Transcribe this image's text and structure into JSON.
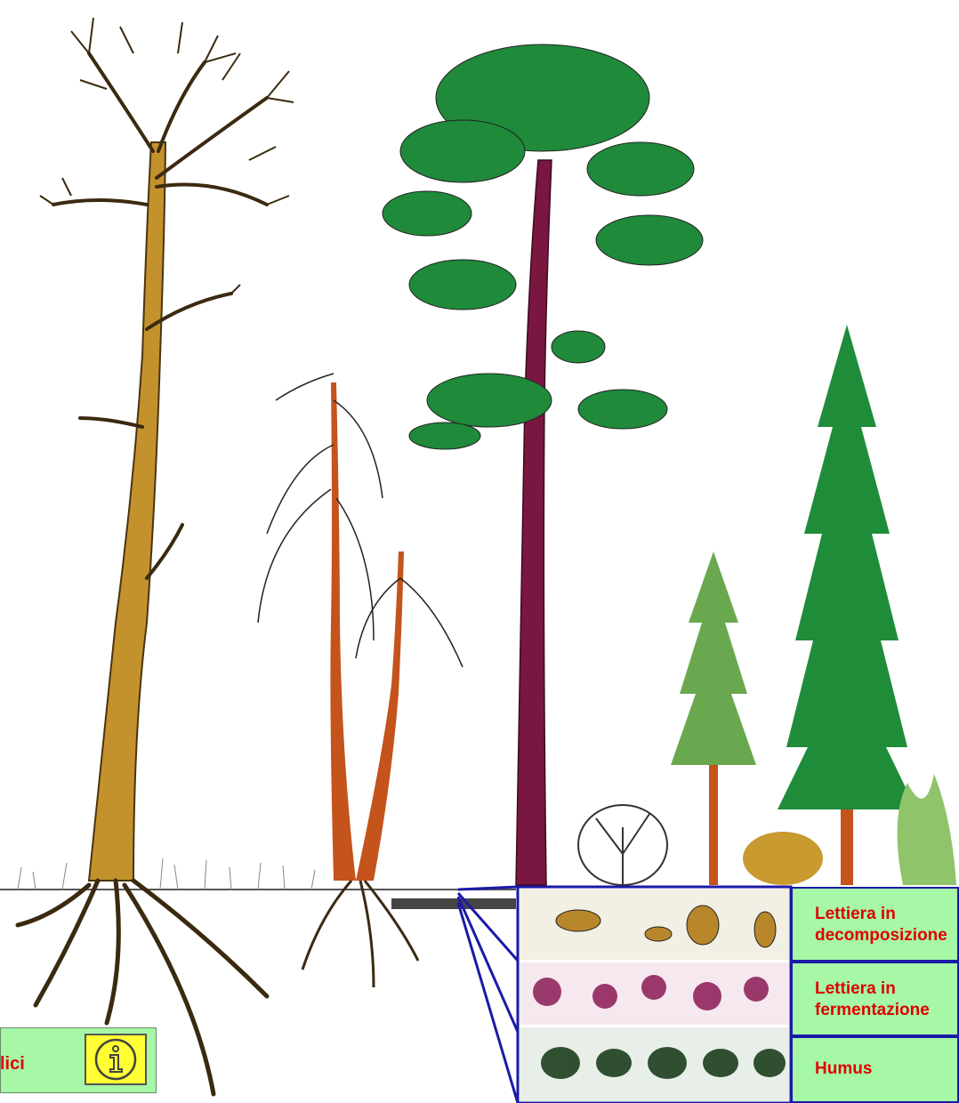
{
  "layers": [
    {
      "label_line1": "Lettiera in",
      "label_line2": "decomposizione"
    },
    {
      "label_line1": "Lettiera in",
      "label_line2": "fermentazione"
    },
    {
      "label_line1": "Humus",
      "label_line2": ""
    }
  ],
  "info": {
    "label": "lici",
    "icon": "info-icon"
  },
  "colors": {
    "label_text": "#e00000",
    "label_bg": "#a6f7a6",
    "frame": "#1a1aa8",
    "info_button": "#ffff33",
    "pine_foliage": "#1f8a3a",
    "spruce_dark": "#1f8c3a",
    "spruce_light": "#6aa84f",
    "oak_trunk": "#b8862b",
    "birch_bark": "#c4531c",
    "pine_trunk": "#7a1740"
  }
}
